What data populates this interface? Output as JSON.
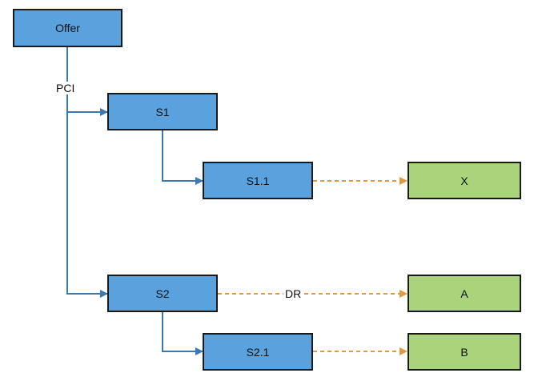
{
  "nodes": {
    "offer": "Offer",
    "s1": "S1",
    "s1_1": "S1.1",
    "s2": "S2",
    "s2_1": "S2.1",
    "x": "X",
    "a": "A",
    "b": "B"
  },
  "edge_labels": {
    "pci": "PCI",
    "dr": "DR"
  },
  "colors": {
    "service_box": "#5aa2dd",
    "target_box": "#aad47c",
    "solid_connector": "#3b78b6",
    "dashed_connector": "#e39a3a"
  }
}
